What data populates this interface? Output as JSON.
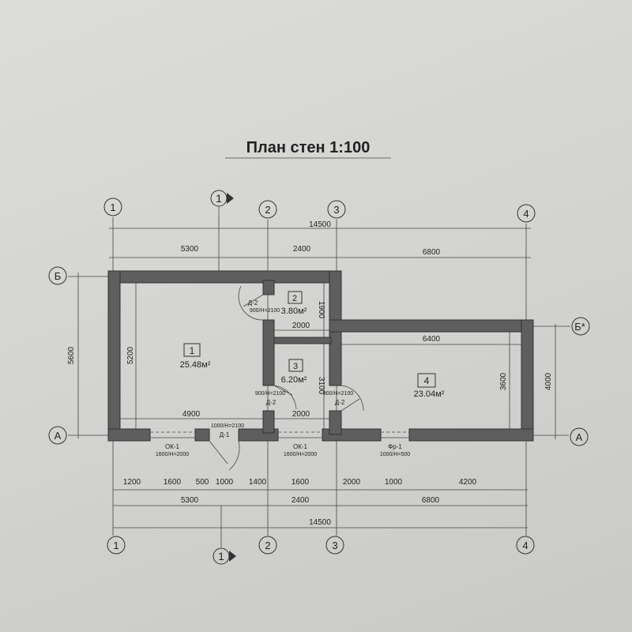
{
  "title": "План стен  1:100",
  "axes": {
    "columns": [
      "1",
      "2",
      "3",
      "4"
    ],
    "rows": [
      "А",
      "Б",
      "Б*"
    ],
    "section_marker": "1"
  },
  "dimensions": {
    "top_total": "14500",
    "top_chain": [
      "5300",
      "2400",
      "6800"
    ],
    "bottom_detail": [
      "1200",
      "1600",
      "500",
      "1000",
      "1400",
      "1600",
      "2000",
      "1000",
      "4200"
    ],
    "bottom_chain": [
      "5300",
      "2400",
      "6800"
    ],
    "bottom_total": "14500",
    "left": "5600",
    "right": "4000"
  },
  "rooms": [
    {
      "number": "1",
      "area": "25.48м²",
      "width": "4900",
      "depth": "5200"
    },
    {
      "number": "2",
      "area": "3.80м²",
      "width": "2000",
      "depth": "1900"
    },
    {
      "number": "3",
      "area": "6.20м²",
      "width": "2000",
      "depth": "3100"
    },
    {
      "number": "4",
      "area": "23.04м²",
      "width": "6400",
      "depth": "3600"
    }
  ],
  "openings": {
    "door_d2": "Д-2",
    "door_d2_size": "900/H=2100",
    "door_d1": "Д-1",
    "door_d1_size": "1000/H=2100",
    "window_ok1": "ОК-1",
    "window_ok1_size": "1600/H=2000",
    "window_fr1": "Фр-1",
    "window_fr1_size": "1000/H=500"
  }
}
